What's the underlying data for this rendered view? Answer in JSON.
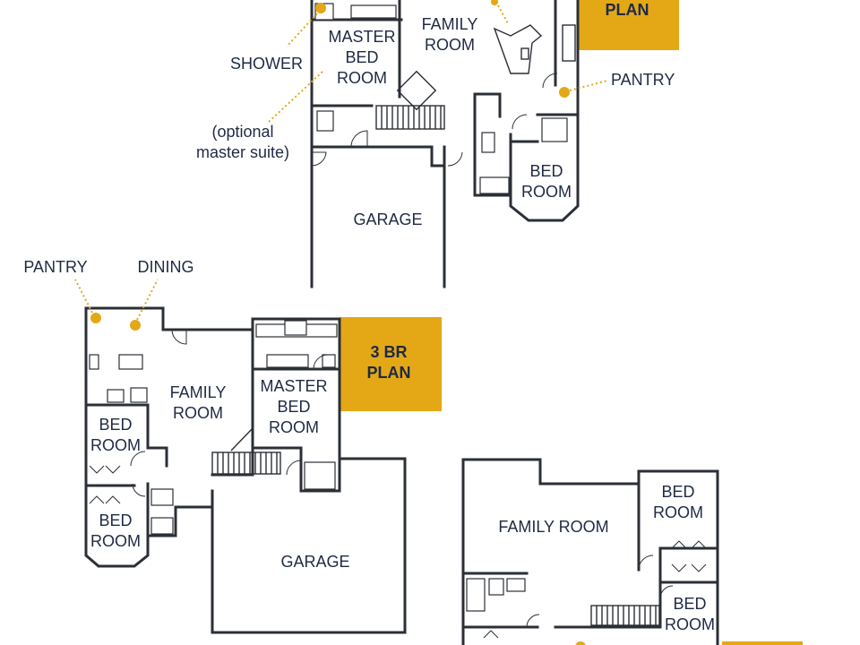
{
  "colors": {
    "accent": "#e4a817",
    "text": "#1f2a44",
    "walls": "#2b2f36",
    "background": "#ffffff"
  },
  "plan_top": {
    "badge": "PLAN",
    "rooms": {
      "master_bed": [
        "MASTER",
        "BED",
        "ROOM"
      ],
      "family": [
        "FAMILY",
        "ROOM"
      ],
      "bed": [
        "BED",
        "ROOM"
      ],
      "garage": "GARAGE"
    },
    "callouts": {
      "shower": "SHOWER",
      "pantry": "PANTRY",
      "optional": [
        "(optional",
        "master suite)"
      ]
    }
  },
  "plan_left": {
    "badge": [
      "3 BR",
      "PLAN"
    ],
    "rooms": {
      "family": [
        "FAMILY",
        "ROOM"
      ],
      "master_bed": [
        "MASTER",
        "BED",
        "ROOM"
      ],
      "bed_upper": [
        "BED",
        "ROOM"
      ],
      "bed_lower": [
        "BED",
        "ROOM"
      ],
      "garage": "GARAGE"
    },
    "callouts": {
      "pantry": "PANTRY",
      "dining": "DINING"
    }
  },
  "plan_right": {
    "rooms": {
      "family": "FAMILY ROOM",
      "bed_upper": [
        "BED",
        "ROOM"
      ],
      "bed_lower": [
        "BED",
        "ROOM"
      ]
    }
  }
}
